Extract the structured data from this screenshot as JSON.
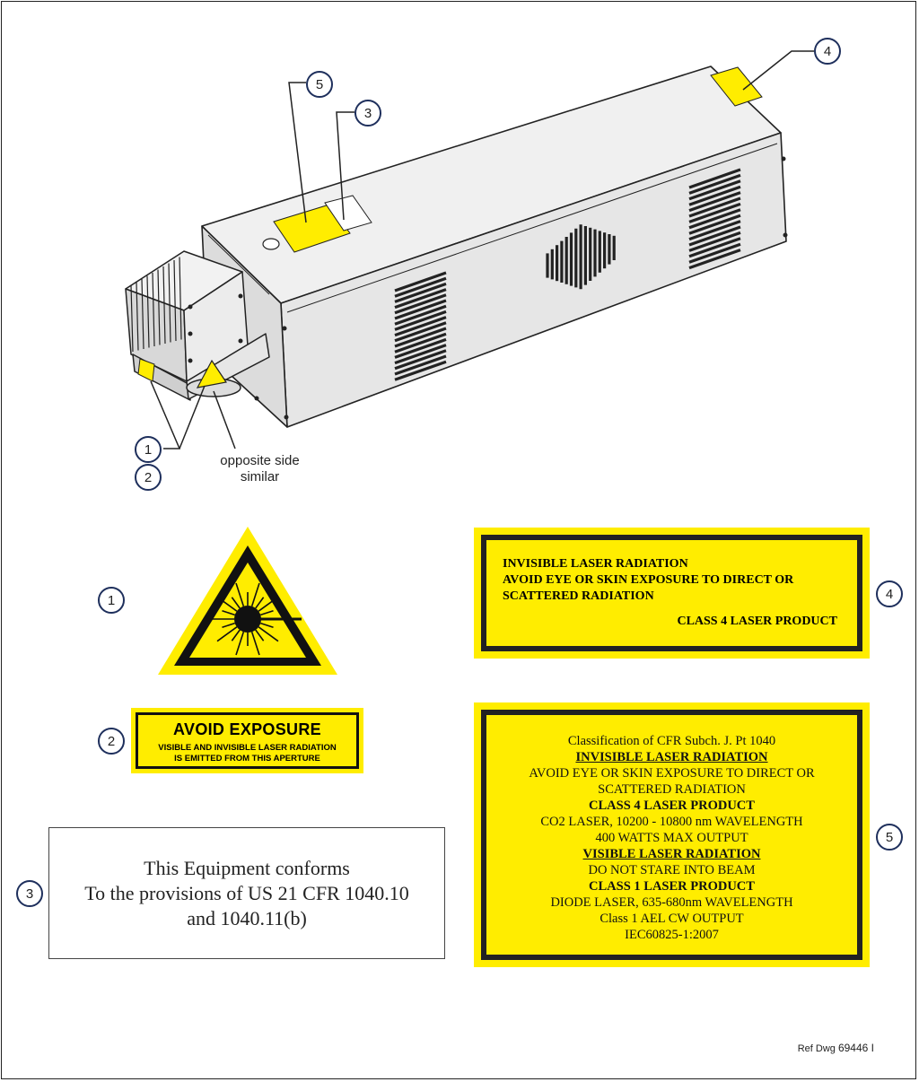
{
  "callouts": {
    "c1": "1",
    "c2": "2",
    "c3": "3",
    "c4": "4",
    "c5": "5"
  },
  "notes": {
    "opposite_line1": "opposite side",
    "opposite_line2": "similar"
  },
  "label2": {
    "title": "AVOID EXPOSURE",
    "line1": "VISIBLE AND INVISIBLE LASER RADIATION",
    "line2": "IS EMITTED FROM THIS APERTURE"
  },
  "label3": {
    "line1": "This Equipment conforms",
    "line2": "To the provisions of US 21 CFR 1040.10",
    "line3": "and 1040.11(b)"
  },
  "label4": {
    "line1": "INVISIBLE LASER RADIATION",
    "line2": "AVOID EYE OR SKIN EXPOSURE TO DIRECT OR",
    "line3": "SCATTERED RADIATION",
    "class": "CLASS 4 LASER PRODUCT"
  },
  "label5": {
    "l1": "Classification of CFR Subch. J. Pt 1040",
    "l2": "INVISIBLE LASER RADIATION",
    "l3": "AVOID EYE OR SKIN EXPOSURE TO DIRECT OR",
    "l4": "SCATTERED RADIATION",
    "l5": "CLASS 4 LASER PRODUCT",
    "l6": "CO2 LASER, 10200 - 10800 nm WAVELENGTH",
    "l7": "400 WATTS MAX OUTPUT",
    "l8": "VISIBLE LASER RADIATION",
    "l9": "DO NOT STARE INTO BEAM",
    "l10": "CLASS 1 LASER PRODUCT",
    "l11": "DIODE LASER, 635-680nm WAVELENGTH",
    "l12": "Class 1 AEL CW OUTPUT",
    "l13": "IEC60825-1:2007"
  },
  "ref": {
    "prefix": "Ref Dwg ",
    "number": "69446 I"
  },
  "colors": {
    "warning_yellow": "#ffed00",
    "callout_ring": "#1e2f5c",
    "housing": "#ececec"
  },
  "icons": {
    "laser_symbol": "laser-hazard-icon"
  }
}
